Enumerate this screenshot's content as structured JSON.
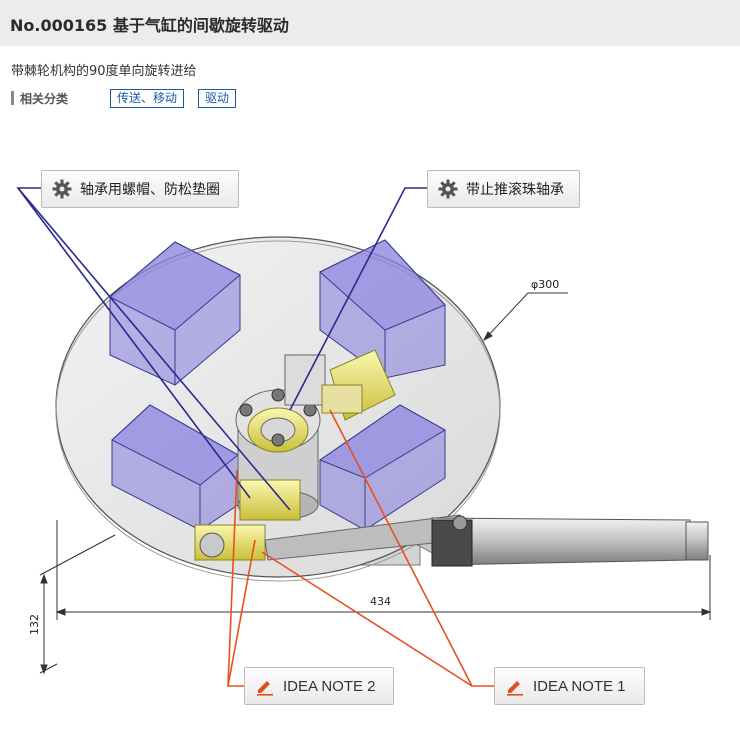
{
  "header": {
    "title": "No.000165 基于气缸的间歇旋转驱动"
  },
  "subtitle": "带棘轮机构的90度单向旋转进给",
  "categories": {
    "label": "相关分类",
    "tags": [
      "传送、移动",
      "驱动"
    ]
  },
  "callouts": {
    "nut_washer": "轴承用螺帽、防松垫圈",
    "thrust_bearing": "带止推滚珠轴承",
    "idea_note_2": "IDEA NOTE 2",
    "idea_note_1": "IDEA NOTE 1"
  },
  "dimensions": {
    "diameter": "φ300",
    "width": "434",
    "height": "132"
  },
  "icons": {
    "callout": "gear-icon",
    "idea": "pencil-icon"
  },
  "colors": {
    "accent_blue": "#1a5aa6",
    "leader_blue": "#2b2a8f",
    "leader_orange": "#e8501c",
    "block_purple": "#8c86e0"
  }
}
